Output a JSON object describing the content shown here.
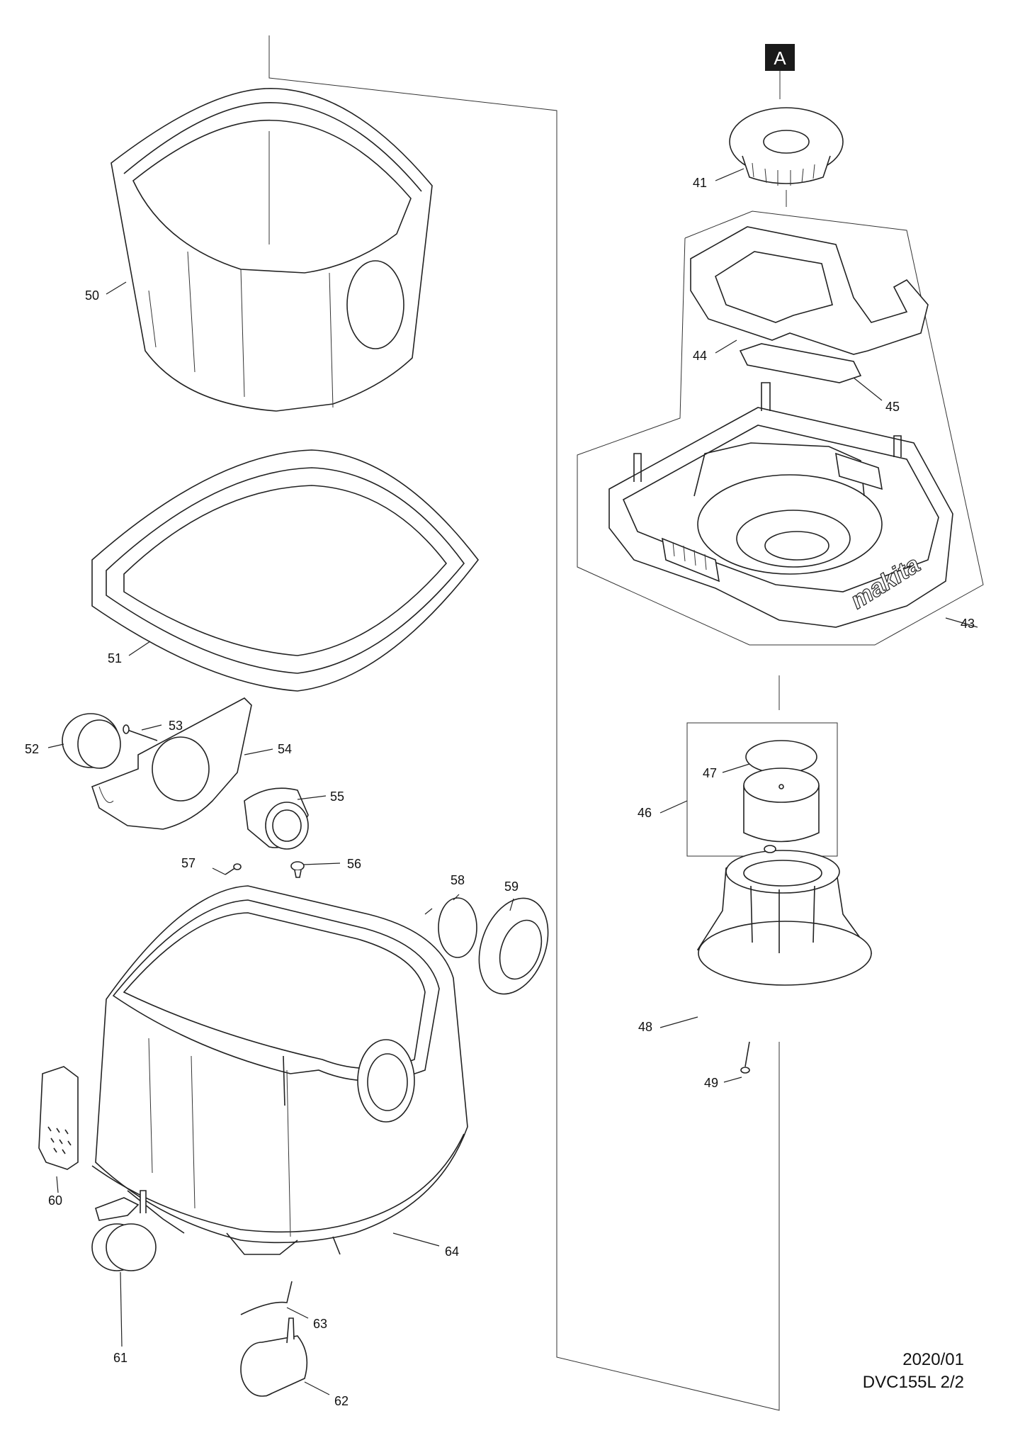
{
  "diagram": {
    "ref_marker": "A",
    "labels": {
      "p41": "41",
      "p43": "43",
      "p44": "44",
      "p45": "45",
      "p46": "46",
      "p47": "47",
      "p48": "48",
      "p49": "49",
      "p50": "50",
      "p51": "51",
      "p52": "52",
      "p53": "53",
      "p54": "54",
      "p55": "55",
      "p56": "56",
      "p57": "57",
      "p58": "58",
      "p59": "59",
      "p60": "60",
      "p61": "61",
      "p62": "62",
      "p63": "63",
      "p64": "64"
    },
    "brand_text": "makita"
  },
  "footer": {
    "date": "2020/01",
    "model": "DVC155L 2/2"
  }
}
